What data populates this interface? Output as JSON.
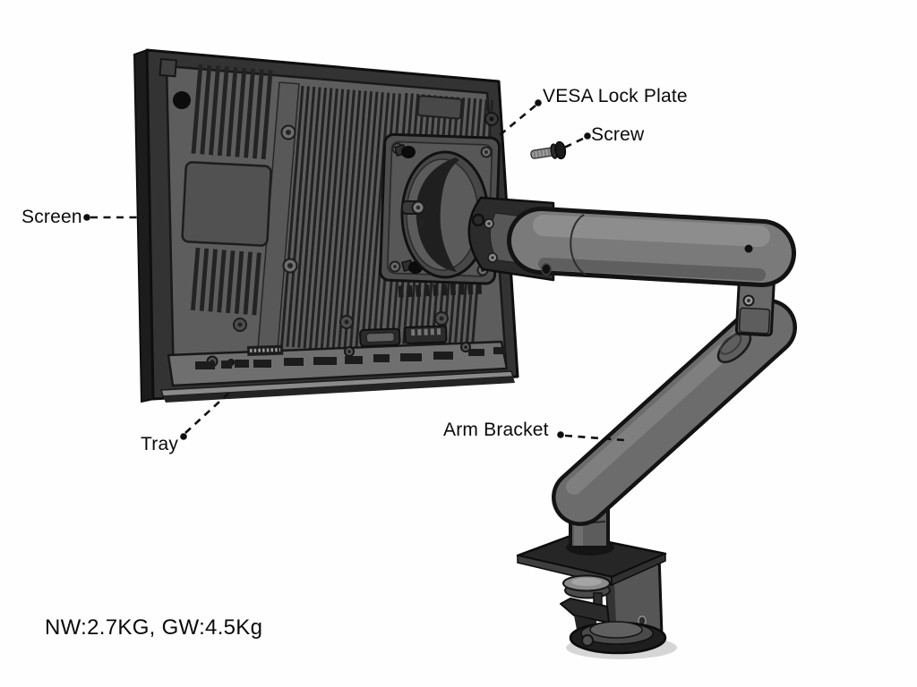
{
  "diagram": {
    "callouts": {
      "vesa_lock_plate": "VESA Lock Plate",
      "screw": "Screw",
      "screen": "Screen",
      "tray": "Tray",
      "arm_bracket": "Arm Bracket"
    },
    "note": "NW:2.7KG, GW:4.5Kg",
    "parts": [
      "screen-back-panel",
      "vesa-lock-plate",
      "lock-screw",
      "tray",
      "gas-spring-arm",
      "arm-bracket",
      "desk-clamp-base"
    ],
    "colors": {
      "background": "#fefefe",
      "text": "#0a0a0a",
      "leader_line": "#101010",
      "outline": "#121212",
      "body_dark": "#333333",
      "panel_gray": "#5d5d5d",
      "arm_gray": "#7a7a7a"
    }
  }
}
